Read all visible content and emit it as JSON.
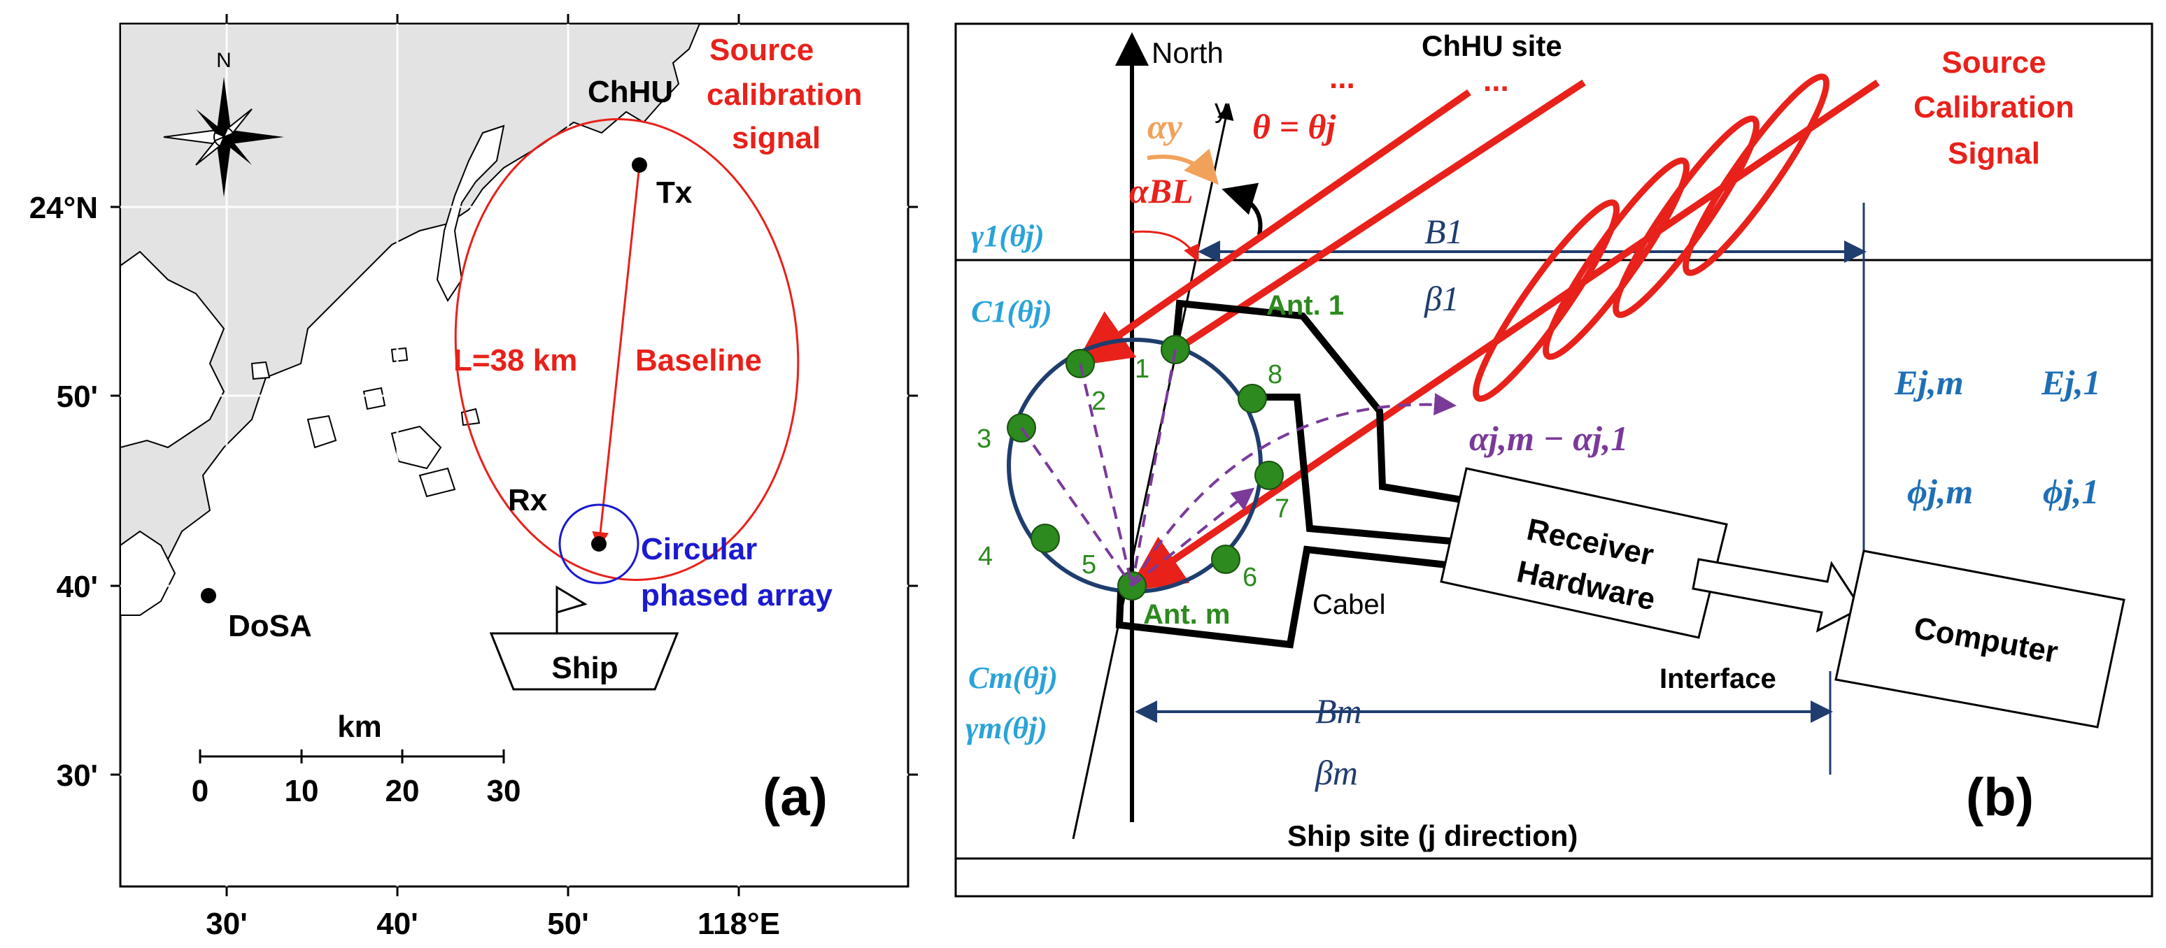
{
  "panel_a": {
    "compass_label": "N",
    "lat_ticks": [
      "24°N",
      "50'",
      "40'",
      "30'"
    ],
    "lon_ticks": [
      "30'",
      "40'",
      "50'",
      "118°E"
    ],
    "chhu_label": "ChHU",
    "tx_label": "Tx",
    "rx_label": "Rx",
    "dosa_label": "DoSA",
    "source_label": [
      "Source",
      "calibration",
      "signal"
    ],
    "distance_label": "L=38 km",
    "baseline_label": "Baseline",
    "array_label": [
      "Circular",
      "phased array"
    ],
    "ship_label": "Ship",
    "scale_title": "km",
    "scale_ticks": [
      "0",
      "10",
      "20",
      "30"
    ],
    "panel_tag": "(a)",
    "colors": {
      "red": "#e8211a",
      "blue": "#1a1ad0",
      "land": "#e3e3e3"
    }
  },
  "panel_b": {
    "north_label": "North",
    "y_label": "y",
    "chhu_site": "ChHU site",
    "dots_top_left": "...",
    "dots_top": "...",
    "alpha_y": "αy",
    "theta_eq": "θ = θj",
    "alpha_bl": "αBL",
    "gamma1": "γ1(θj)",
    "c1": "C1(θj)",
    "b1": "B1",
    "beta1": "β1",
    "ant1": "Ant. 1",
    "antm": "Ant. m",
    "antenna_numbers": [
      "1",
      "2",
      "3",
      "4",
      "5",
      "6",
      "7",
      "8"
    ],
    "alpha_diff": "αj,m − αj,1",
    "e_jm": "Ej,m",
    "e_j1": "Ej,1",
    "phi_jm": "ϕj,m",
    "phi_j1": "ϕj,1",
    "receiver": [
      "Receiver",
      "Hardware"
    ],
    "computer": "Computer",
    "cabel": "Cabel",
    "interface": "Interface",
    "cm": "Cm(θj)",
    "gammam": "γm(θj)",
    "bm": "Bm",
    "betam": "βm",
    "ship_site": "Ship site  (j direction)",
    "source": [
      "Source",
      "Calibration",
      "Signal"
    ],
    "panel_tag": "(b)",
    "colors": {
      "red": "#e8211a",
      "navy": "#1f3d6e",
      "cyan": "#2aa3d8",
      "green": "#2c8a1e",
      "purple": "#7a3a9a",
      "orange": "#f2a15a",
      "blue_text": "#1e6fb5"
    }
  }
}
